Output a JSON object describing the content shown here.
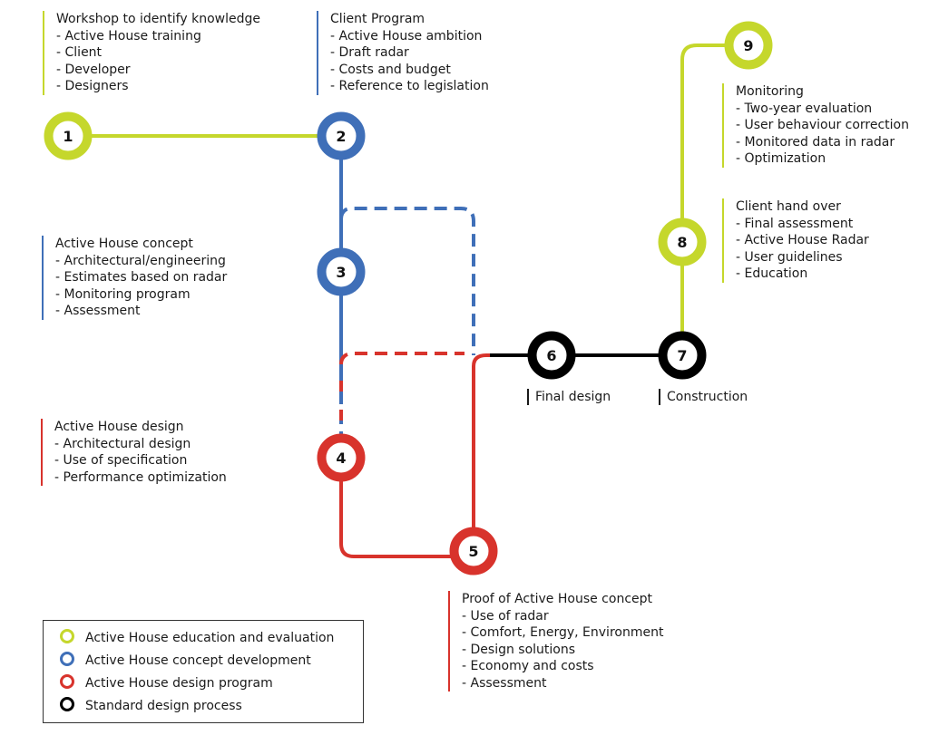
{
  "colors": {
    "education": "#c5d72c",
    "concept": "#3f6fb8",
    "design": "#d8332c",
    "standard": "#000000"
  },
  "nodes": [
    {
      "label": "1",
      "category": "education"
    },
    {
      "label": "2",
      "category": "concept"
    },
    {
      "label": "3",
      "category": "concept"
    },
    {
      "label": "4",
      "category": "design"
    },
    {
      "label": "5",
      "category": "design"
    },
    {
      "label": "6",
      "category": "standard"
    },
    {
      "label": "7",
      "category": "standard"
    },
    {
      "label": "8",
      "category": "education"
    },
    {
      "label": "9",
      "category": "education"
    }
  ],
  "blocks": {
    "workshop": {
      "title": "Workshop to identify knowledge",
      "items": [
        "Active House training",
        "Client",
        "Developer",
        "Designers"
      ]
    },
    "client_program": {
      "title": "Client Program",
      "items": [
        "Active House ambition",
        "Draft radar",
        "Costs and budget",
        "Reference to legislation"
      ]
    },
    "concept": {
      "title": "Active House concept",
      "items": [
        "Architectural/engineering",
        "Estimates based on radar",
        "Monitoring program",
        "Assessment"
      ]
    },
    "design": {
      "title": "Active House design",
      "items": [
        "Architectural design",
        "Use of specification",
        "Performance optimization"
      ]
    },
    "proof": {
      "title": "Proof of Active House concept",
      "items": [
        "Use of radar",
        "Comfort, Energy, Environment",
        "Design solutions",
        "Economy and costs",
        "Assessment"
      ]
    },
    "monitoring": {
      "title": "Monitoring",
      "items": [
        "Two-year evaluation",
        "User behaviour correction",
        "Monitored data in radar",
        "Optimization"
      ]
    },
    "handover": {
      "title": "Client hand over",
      "items": [
        "Final assessment",
        "Active House Radar",
        "User guidelines",
        "Education"
      ]
    }
  },
  "stage_labels": {
    "final_design": "Final design",
    "construction": "Construction"
  },
  "legend": [
    {
      "label": "Active House education and evaluation",
      "category": "education"
    },
    {
      "label": "Active House concept development",
      "category": "concept"
    },
    {
      "label": "Active House design program",
      "category": "design"
    },
    {
      "label": "Standard design process",
      "category": "standard"
    }
  ]
}
